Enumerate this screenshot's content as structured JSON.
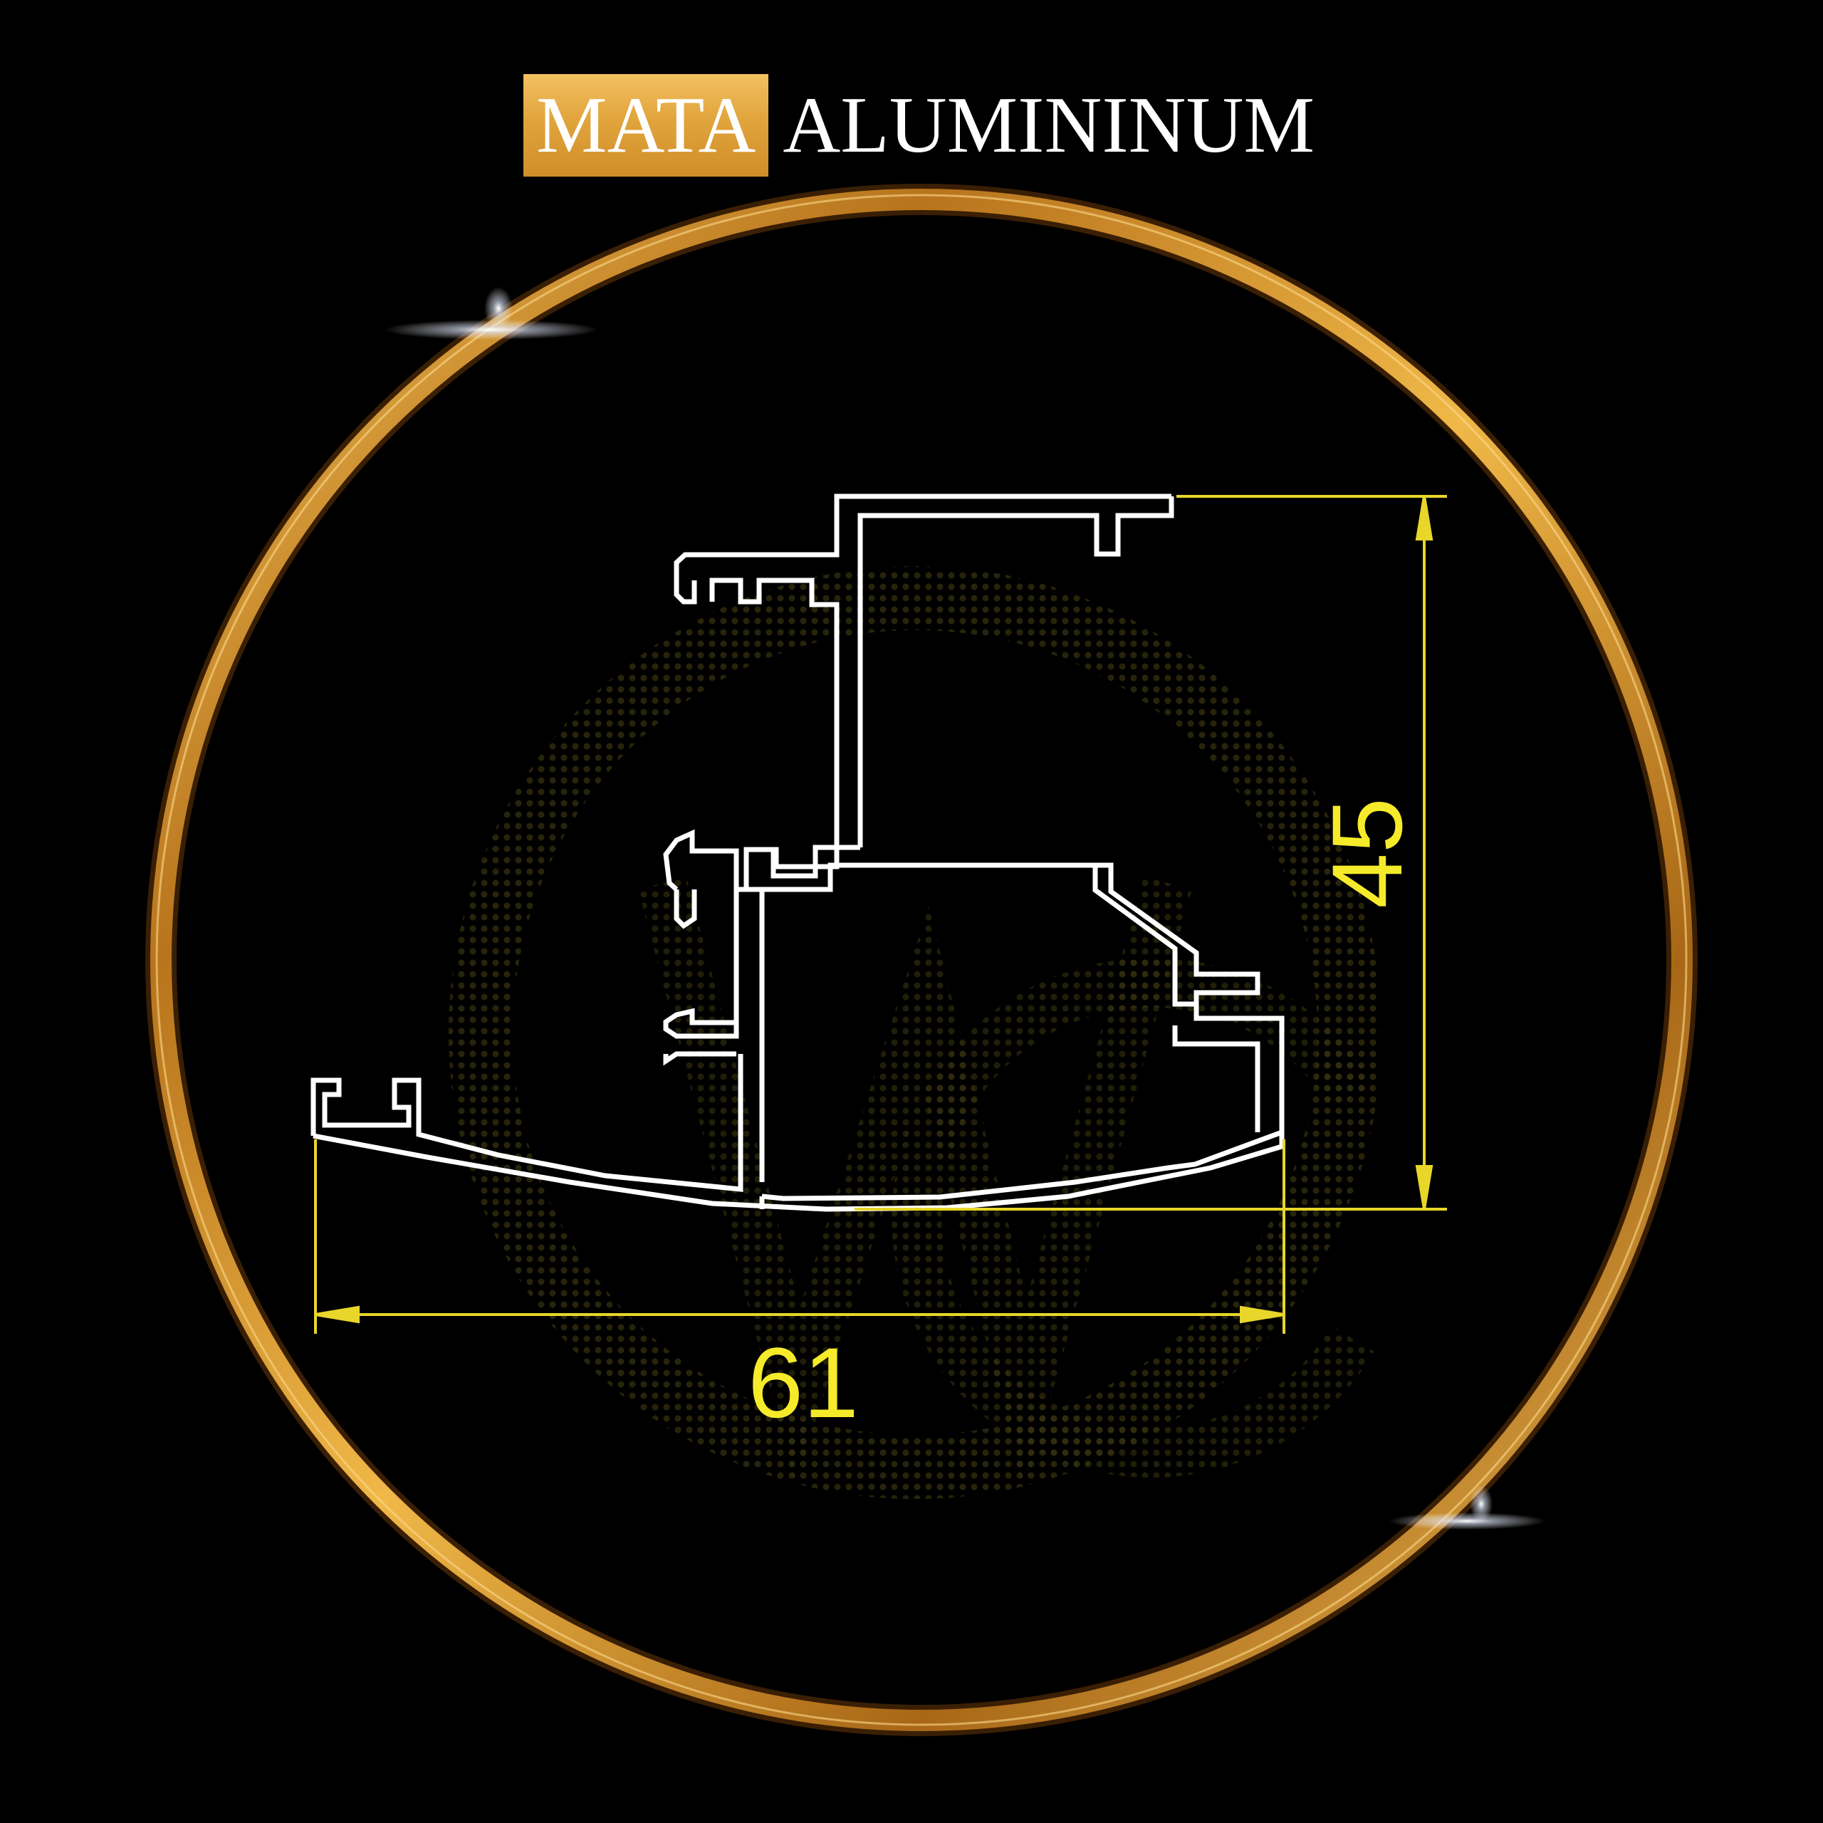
{
  "header": {
    "brand_highlight": "MATA",
    "brand_rest": "ALUMININUM"
  },
  "diagram": {
    "dimensions": {
      "width": "61",
      "height": "45"
    }
  },
  "colors": {
    "background": "#000000",
    "ring_gold": "#e0a035",
    "brand_box": "#e1a43c",
    "profile_outline": "#ffffff",
    "dimension_lines": "#f5eb2a"
  }
}
